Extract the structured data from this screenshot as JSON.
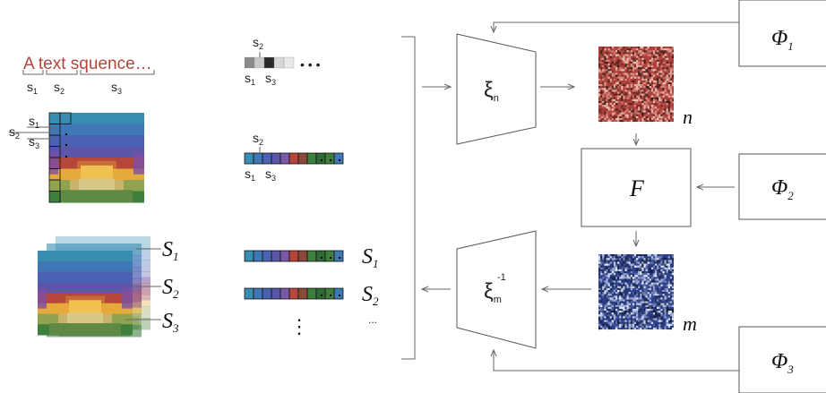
{
  "sequence": {
    "text": "A text squence…",
    "brackets": [
      "s1",
      "s2",
      "s3"
    ]
  },
  "labels": {
    "s_lower": "s",
    "S_upper": "S",
    "sub1": "1",
    "sub2": "2",
    "sub3": "3",
    "dots": "• • •",
    "ellipsis": "...",
    "vdots": "⋮"
  },
  "modules": {
    "encoder": {
      "symbol": "ξ",
      "sub": "n"
    },
    "decoder": {
      "symbol": "ξ",
      "sub": "m",
      "sup": "-1"
    },
    "core": "F",
    "phi1": {
      "symbol": "Φ",
      "sub": "1"
    },
    "phi2": {
      "symbol": "Φ",
      "sub": "2"
    },
    "phi3": {
      "symbol": "Φ",
      "sub": "3"
    },
    "latent_n": "n",
    "latent_m": "m"
  },
  "colors": {
    "text_red": "#b2453c",
    "rows": [
      "#3a8db0",
      "#3f78b5",
      "#4a62b2",
      "#5a56a8",
      "#b5473a",
      "#e6a93c",
      "#8fa350",
      "#3f7e3d"
    ],
    "strip_gray": [
      "#8a8a8a",
      "#c9c9c9",
      "#2a2a2a",
      "#d7d7d7",
      "#e8e8e8"
    ],
    "strip_color": [
      "#3a8db0",
      "#3f78b5",
      "#4a62b2",
      "#5a56a8",
      "#7a5aa6",
      "#b5473a",
      "#8a4a3a",
      "#3f7e3d",
      "#2f6b35",
      "#3f7e3d",
      "#3f78b5"
    ],
    "noise_n": "#b0403a",
    "noise_m": "#2b3f8a"
  }
}
